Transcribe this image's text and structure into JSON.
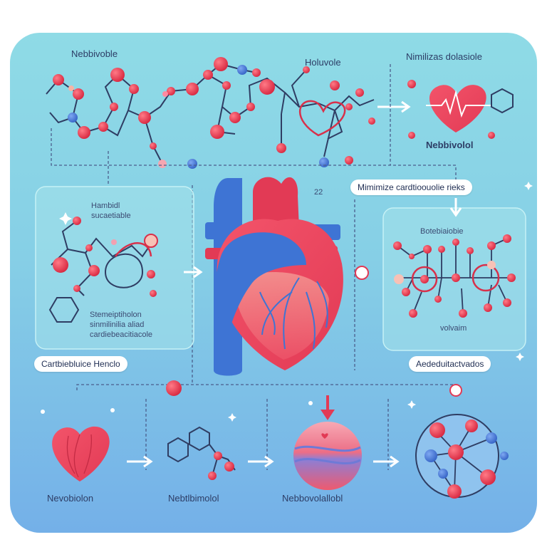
{
  "top": {
    "left_label": "Nebbivoble",
    "center_label": "Holuvole",
    "right_label": "Nimilizas dolasiole",
    "heart_label": "Nebbivolol"
  },
  "middle": {
    "left_panel": {
      "title": "Hambidl\nsucaetiable",
      "caption": "Stemeiptiholon\nsinmilinilia aliad\ncardiebeacitiacole",
      "pill": "Cartbiebluice Henclo"
    },
    "center": {
      "pill": "Mimimize cardtioouolie rieks",
      "number": "22"
    },
    "right_panel": {
      "title": "Botebiaiobie",
      "caption": "volvaim",
      "pill": "Aededuitactvados"
    }
  },
  "bottom": {
    "labels": [
      "Nevobiolon",
      "Nebtlbimolol",
      "Nebbovolallobl"
    ]
  },
  "colors": {
    "background_top": "#8fdbe6",
    "background_bottom": "#74b0e8",
    "atom_red": "#e3324c",
    "atom_blue": "#4a7fd6",
    "heart_red": "#ef4a5d",
    "vessel_blue": "#3e74d4"
  }
}
